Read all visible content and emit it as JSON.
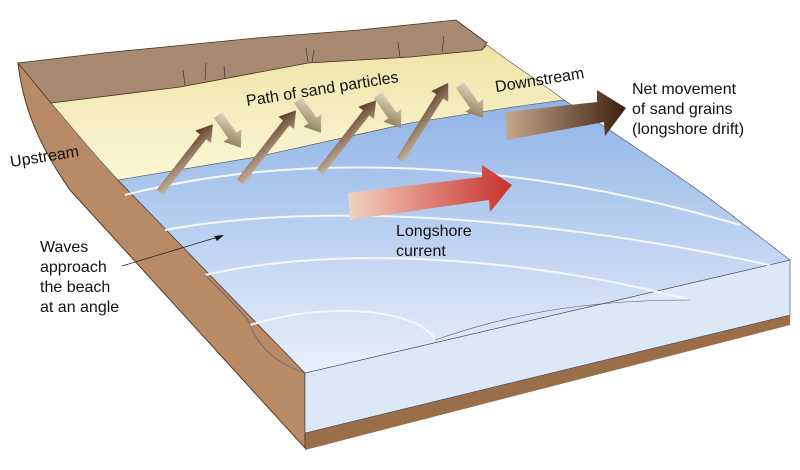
{
  "title": "Longshore drift diagram",
  "labels": {
    "upstream": "Upstream",
    "path": "Path of sand particles",
    "downstream": "Downstream",
    "net_movement": [
      "Net movement",
      "of sand grains",
      "(longshore drift)"
    ],
    "longshore_current": [
      "Longshore",
      "current"
    ],
    "waves": [
      "Waves",
      "approach",
      "the beach",
      "at an angle"
    ]
  },
  "colors": {
    "water": "#8fb3e6",
    "sand": "#f7f0c0",
    "cliff": "#b88a66",
    "current_arrow": "#c8302c",
    "drift_arrow": "#4a2a14"
  }
}
